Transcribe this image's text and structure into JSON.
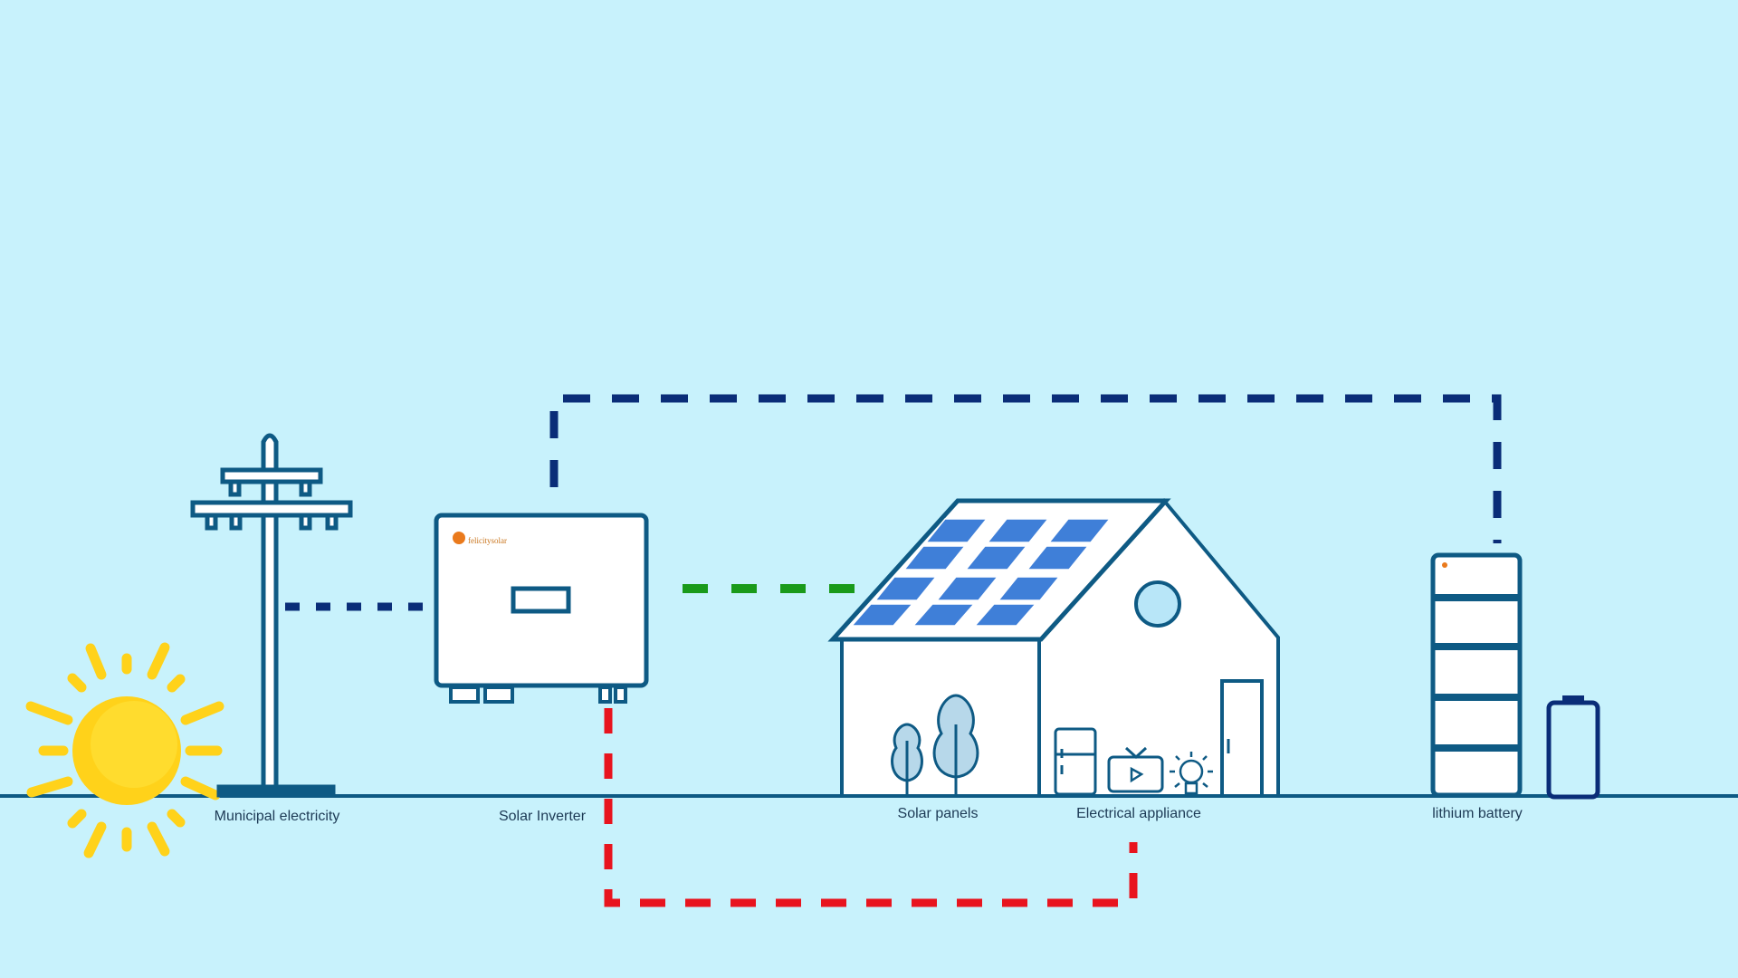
{
  "labels": {
    "municipal": "Municipal electricity",
    "inverter": "Solar Inverter",
    "panels": "Solar panels",
    "appliance": "Electrical appliance",
    "battery": "lithium battery"
  },
  "colors": {
    "background": "#c8f2fc",
    "outline": "#0e5a84",
    "grid_line": "#0a2d78",
    "pv_line": "#1a9a1a",
    "load_line": "#e8141e",
    "sun": "#ffd21a",
    "panel": "#3f7fd8",
    "tree": "#b7d8ea"
  },
  "icons": [
    "utility-pole-icon",
    "sun-icon",
    "inverter-icon",
    "house-icon",
    "solar-panel-icon",
    "tree-icon",
    "fridge-icon",
    "tv-icon",
    "bulb-icon",
    "battery-stack-icon",
    "battery-icon"
  ],
  "brand": {
    "logo_text": "felicitysolar"
  }
}
